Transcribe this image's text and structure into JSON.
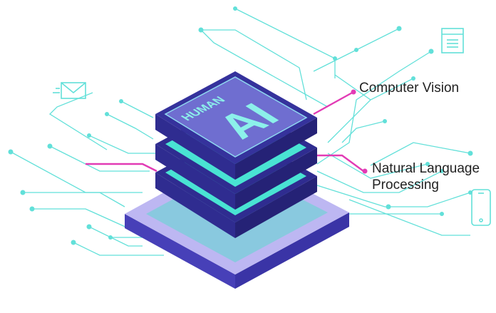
{
  "labels": {
    "computer_vision": "Computer Vision",
    "nlp_line1": "Natural Language",
    "nlp_line2": "Processing"
  },
  "chip": {
    "brand_small": "HUMAN",
    "brand_large": "AI"
  },
  "icons": [
    "envelope-icon",
    "document-icon",
    "smartphone-icon"
  ],
  "colors": {
    "trace": "#62e0d9",
    "accent_pink": "#e23bb5",
    "chip_dark": "#2c2a8c",
    "chip_teal": "#49e3d3",
    "base_top": "#bdb7f2"
  }
}
